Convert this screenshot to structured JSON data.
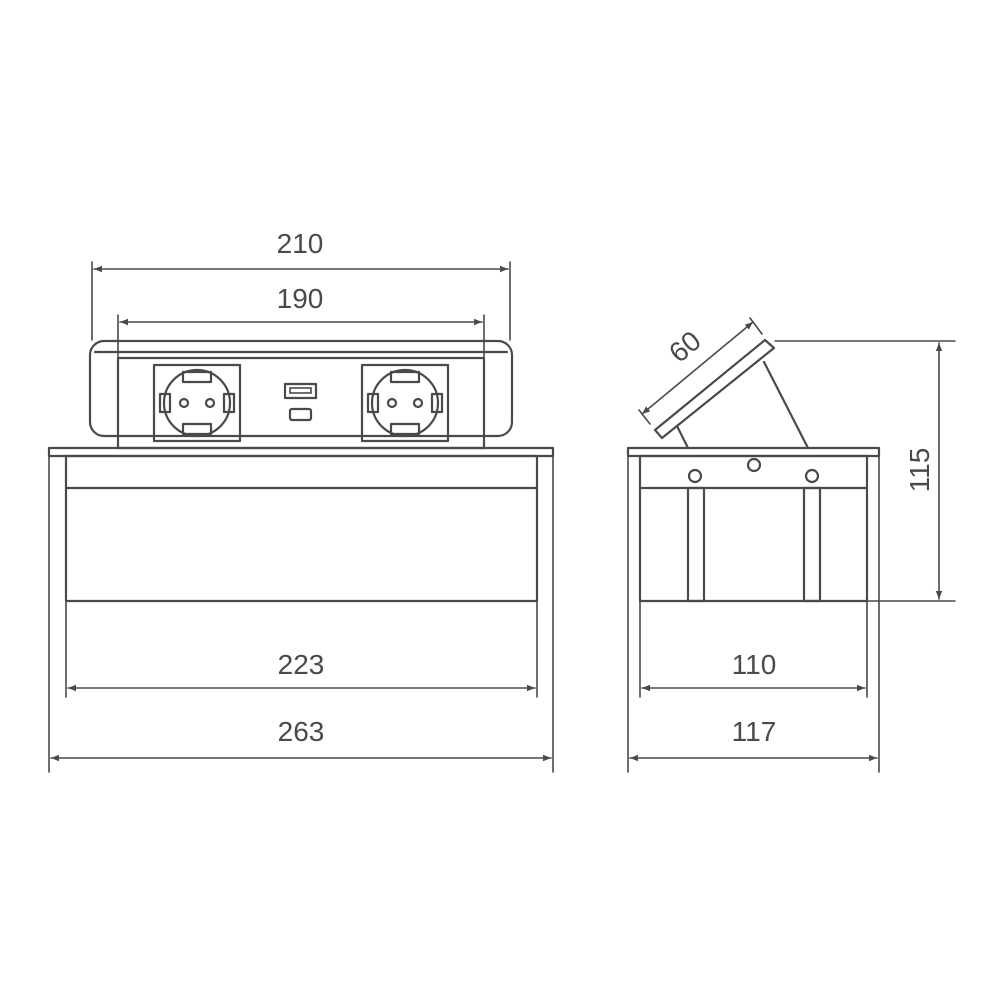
{
  "drawing": {
    "line_color": "#4a4a4a",
    "background": "#ffffff"
  },
  "front_view": {
    "dimensions": {
      "panel_outer_width": "210",
      "panel_inner_width": "190",
      "body_width": "223",
      "flange_width": "263"
    }
  },
  "side_view": {
    "dimensions": {
      "lid_depth": "60",
      "total_height": "115",
      "body_depth": "110",
      "flange_depth": "117"
    }
  }
}
